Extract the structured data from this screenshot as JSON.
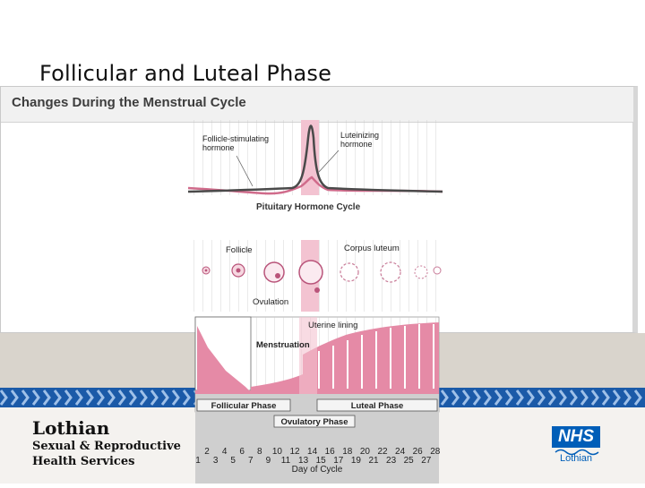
{
  "slide": {
    "title": "Follicular and Luteal Phase"
  },
  "figure": {
    "title": "Changes During the Menstrual Cycle",
    "hormones": {
      "fsh_label": "Follicle-stimulating hormone",
      "fsh_l1": "Follicle-stimulating",
      "fsh_l2": "hormone",
      "lh_l1": "Luteinizing",
      "lh_l2": "hormone",
      "caption": "Pituitary Hormone Cycle"
    },
    "ovary": {
      "follicle": "Follicle",
      "corpus_luteum": "Corpus luteum",
      "ovulation": "Ovulation"
    },
    "uterus": {
      "uterine_lining": "Uterine lining",
      "menstruation": "Menstruation"
    },
    "phases": {
      "follicular": "Follicular Phase",
      "luteal": "Luteal Phase",
      "ovulatory": "Ovulatory Phase"
    },
    "days": {
      "top_row": [
        "2",
        "4",
        "6",
        "8",
        "10",
        "12",
        "14",
        "16",
        "18",
        "20",
        "22",
        "24",
        "26",
        "28"
      ],
      "bottom_row": [
        "1",
        "3",
        "5",
        "7",
        "9",
        "11",
        "13",
        "15",
        "17",
        "19",
        "21",
        "23",
        "25",
        "27"
      ],
      "label": "Day of Cycle"
    }
  },
  "footer": {
    "org_line1": "Lothian",
    "org_line2": "Sexual & Reproductive",
    "org_line3": "Health Services",
    "nhs_logo": "NHS",
    "nhs_sub": "Lothian"
  },
  "colors": {
    "pink": "#e58aa6",
    "dark": "#4a4a4a",
    "nhs_blue": "#005eb8",
    "band_blue": "#1b5aa8"
  }
}
